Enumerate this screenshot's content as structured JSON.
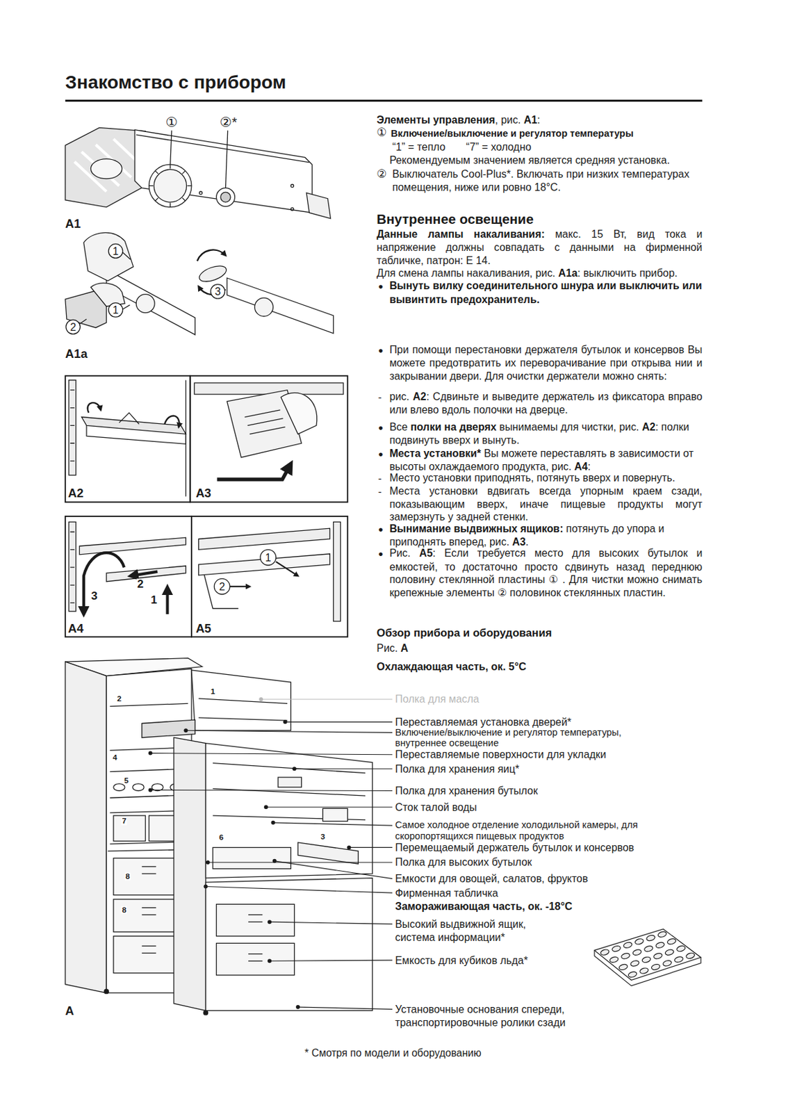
{
  "diagram": {
    "title": "Знакомство с прибором",
    "caption": "* Смотря по модели и оборудованию",
    "labels": [
      "Элементы управления",
      ", рис. ",
      "A1",
      ":",
      "①",
      "Включение/выключение и регулятор температуры",
      "“1” = тепло",
      "“7” = холодно",
      "Рекомендуемым значением является средняя установка.",
      "②",
      "Выключатель Cool-Plus*. Включать при низких температурах помещения, ниже или ровно 18°C.",
      "Внутреннее освещение",
      "Данные лампы накаливания:",
      " макс. 15 Вт, вид тока и напряжение должны совпадать с данными на фирменной табличке, патрон: E 14.",
      "Для смена лампы накаливания, рис. ",
      "A1a",
      ": выключить прибор.",
      "●",
      "Вынуть вилку соединительного шнура или выключить или вывинтить предохранитель.",
      "●",
      "При помощи перестановки держателя бутылок и консервов Вы можете предотвратить их переворачивание при открыва нии и закрывании двери. Для очистки держатели можно снять:",
      "-",
      "рис. ",
      "A2",
      ": Сдвиньте и выведите держатель из фиксатора вправо или влево вдоль полочки на дверце.",
      "●",
      "Все ",
      "полки на дверях",
      " вынимаемы для чистки, рис. ",
      "A2",
      ": полки подвинуть вверх и вынуть.",
      "●",
      "Места установки*",
      " Вы можете переставлять в зависимости от высоты охлаждаемого продукта, рис. ",
      "A4",
      ":",
      "-",
      "Место установки приподнять, потянуть вверх и повернуть.",
      "-",
      "Места установки вдвигать всегда упорным краем сзади, показывающим вверх, иначе пищевые продукты могут замерзнуть у задней стенки.",
      "●",
      "Вынимание выдвижных ящиков:",
      " потянуть до упора и приподнять вперед, рис. ",
      "A3",
      ".",
      "●",
      "Рис. ",
      "A5",
      ": Если требуется место для высоких бутылок и емкостей, то достаточно просто сдвинуть назад переднюю половину стеклянной пластины ",
      "①",
      " . Для чистки можно снимать крепежные элементы ",
      "②",
      " половинок стеклянных пластин.",
      "Обзор прибора и оборудования",
      "Рис. ",
      "A",
      "Охлаждающая часть, ок. 5°C",
      "Полка для масла",
      "Переставляемая установка дверей*",
      "Включение/выключение и регулятор температуры, внутреннее освещение",
      "Переставляемые поверхности для укладки",
      "Полка для хранения яиц*",
      "Полка для хранения бутылок",
      "Сток талой воды",
      "Самое холодное отделение холодильной камеры, для скоропортящихся пищевых продуктов",
      "Перемещаемый держатель бутылок и консервов",
      "Полка для высоких бутылок",
      "Емкости для овощей, салатов, фруктов",
      "Фирменная табличка",
      "Замораживающая часть, ок. -18°C",
      "Высокий выдвижной ящик, система информации*",
      "Емкость для кубиков льда*",
      "Установочные основания спереди, транспортировочные ролики сзади",
      "A1",
      "A1a",
      "A2",
      "A3",
      "A4",
      "A5",
      "A",
      "①",
      "②*",
      "1",
      "1",
      "2",
      "3",
      "1",
      "2",
      "3",
      "1",
      "2",
      "1",
      "2",
      "4",
      "5",
      "7",
      "6",
      "3",
      "8",
      "8"
    ]
  }
}
